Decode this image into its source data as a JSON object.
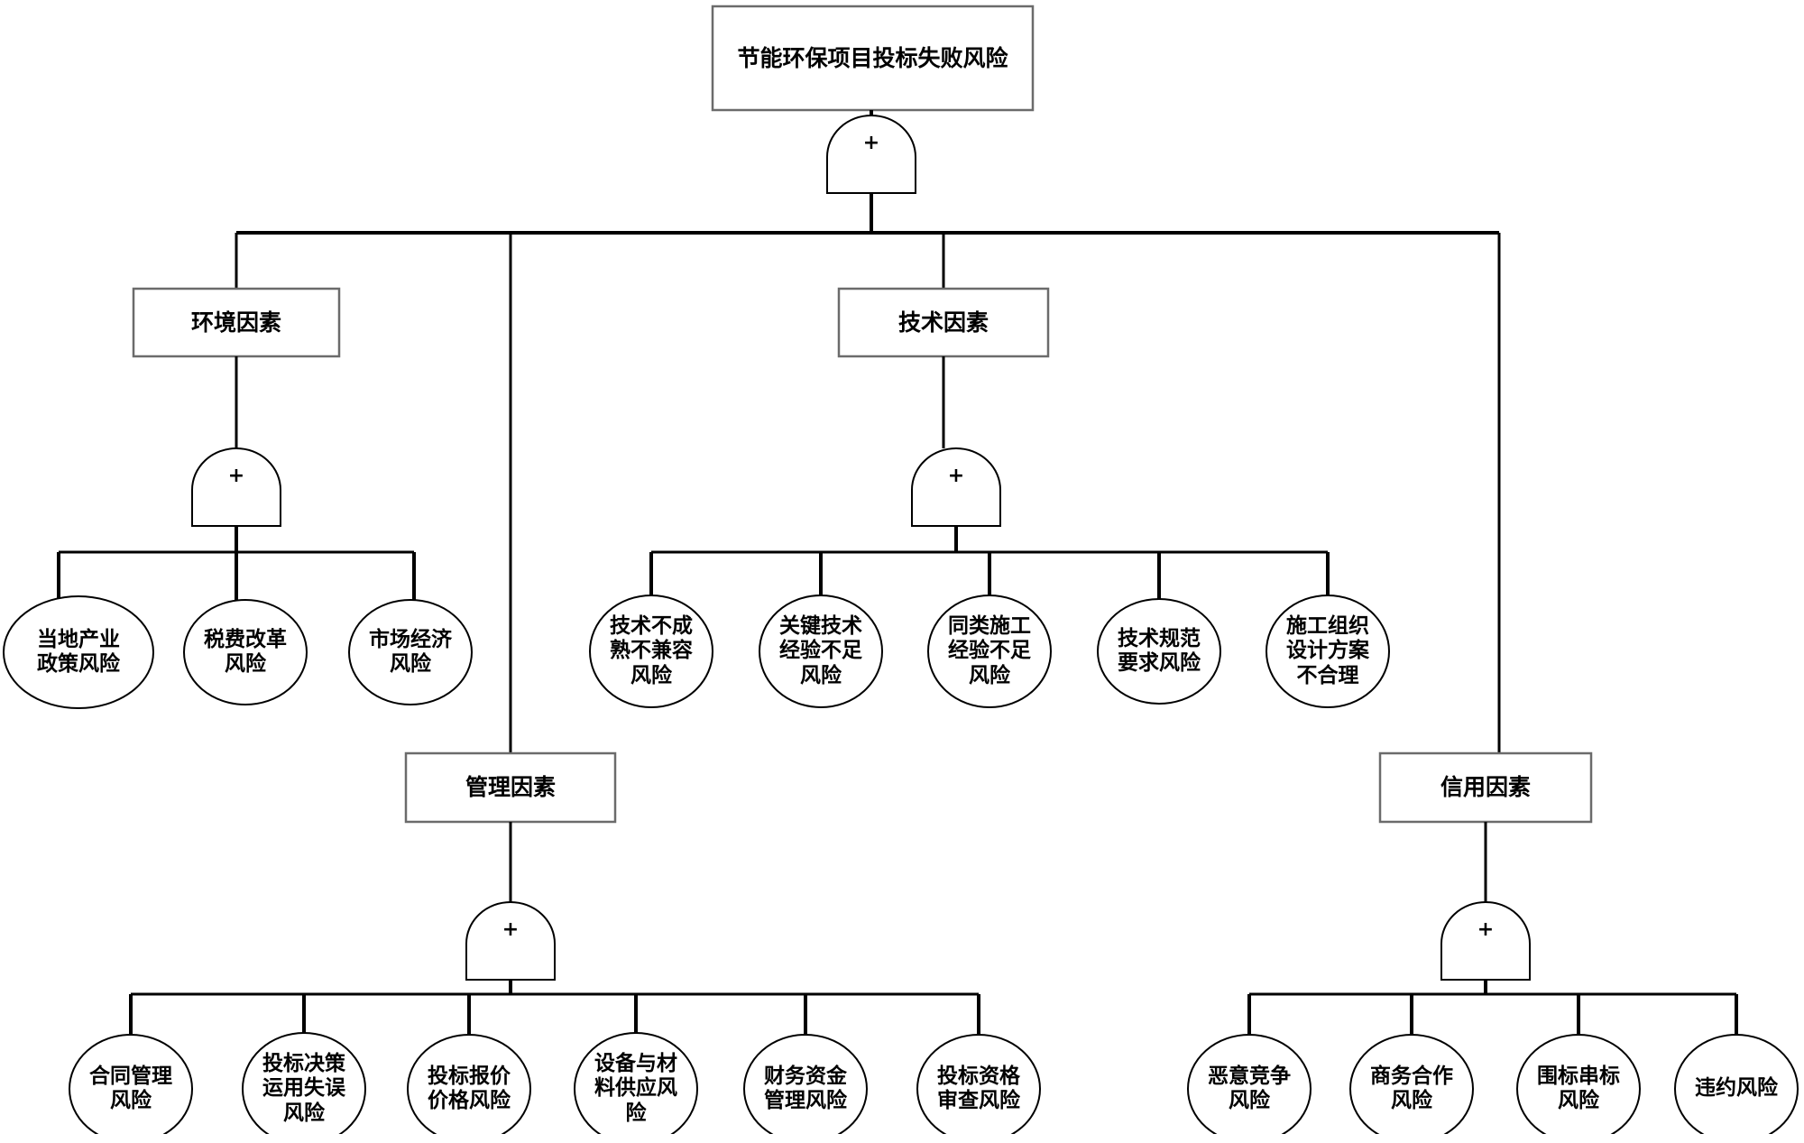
{
  "diagram": {
    "title": "节能环保项目投标失败风险",
    "type": "fault-tree",
    "gate_symbol": "+",
    "colors": {
      "line": "#000000",
      "box_border": "#6b6b6b",
      "node_fill": "#ffffff",
      "text": "#000000",
      "background": "#ffffff"
    }
  },
  "top_event": {
    "label": "节能环保项目投标失败风险"
  },
  "gates": {
    "top": {
      "symbol": "+",
      "name": "or-gate-top"
    },
    "environment": {
      "symbol": "+",
      "name": "or-gate-environment"
    },
    "technical": {
      "symbol": "+",
      "name": "or-gate-technical"
    },
    "management": {
      "symbol": "+",
      "name": "or-gate-management"
    },
    "credit": {
      "symbol": "+",
      "name": "or-gate-credit"
    }
  },
  "branches": [
    {
      "key": "environment",
      "label": "环境因素",
      "leaves": [
        {
          "label": "当地产业\n政策风险"
        },
        {
          "label": "税费改革\n风险"
        },
        {
          "label": "市场经济\n风险"
        }
      ]
    },
    {
      "key": "technical",
      "label": "技术因素",
      "leaves": [
        {
          "label": "技术不成\n熟不兼容\n风险"
        },
        {
          "label": "关键技术\n经验不足\n风险"
        },
        {
          "label": "同类施工\n经验不足\n风险"
        },
        {
          "label": "技术规范\n要求风险"
        },
        {
          "label": "施工组织\n设计方案\n不合理"
        }
      ]
    },
    {
      "key": "management",
      "label": "管理因素",
      "leaves": [
        {
          "label": "合同管理\n风险"
        },
        {
          "label": "投标决策\n运用失误\n风险"
        },
        {
          "label": "投标报价\n价格风险"
        },
        {
          "label": "设备与材\n料供应风\n险"
        },
        {
          "label": "财务资金\n管理风险"
        },
        {
          "label": "投标资格\n审查风险"
        }
      ]
    },
    {
      "key": "credit",
      "label": "信用因素",
      "leaves": [
        {
          "label": "恶意竞争\n风险"
        },
        {
          "label": "商务合作\n风险"
        },
        {
          "label": "围标串标\n风险"
        },
        {
          "label": "违约风险"
        }
      ]
    }
  ]
}
